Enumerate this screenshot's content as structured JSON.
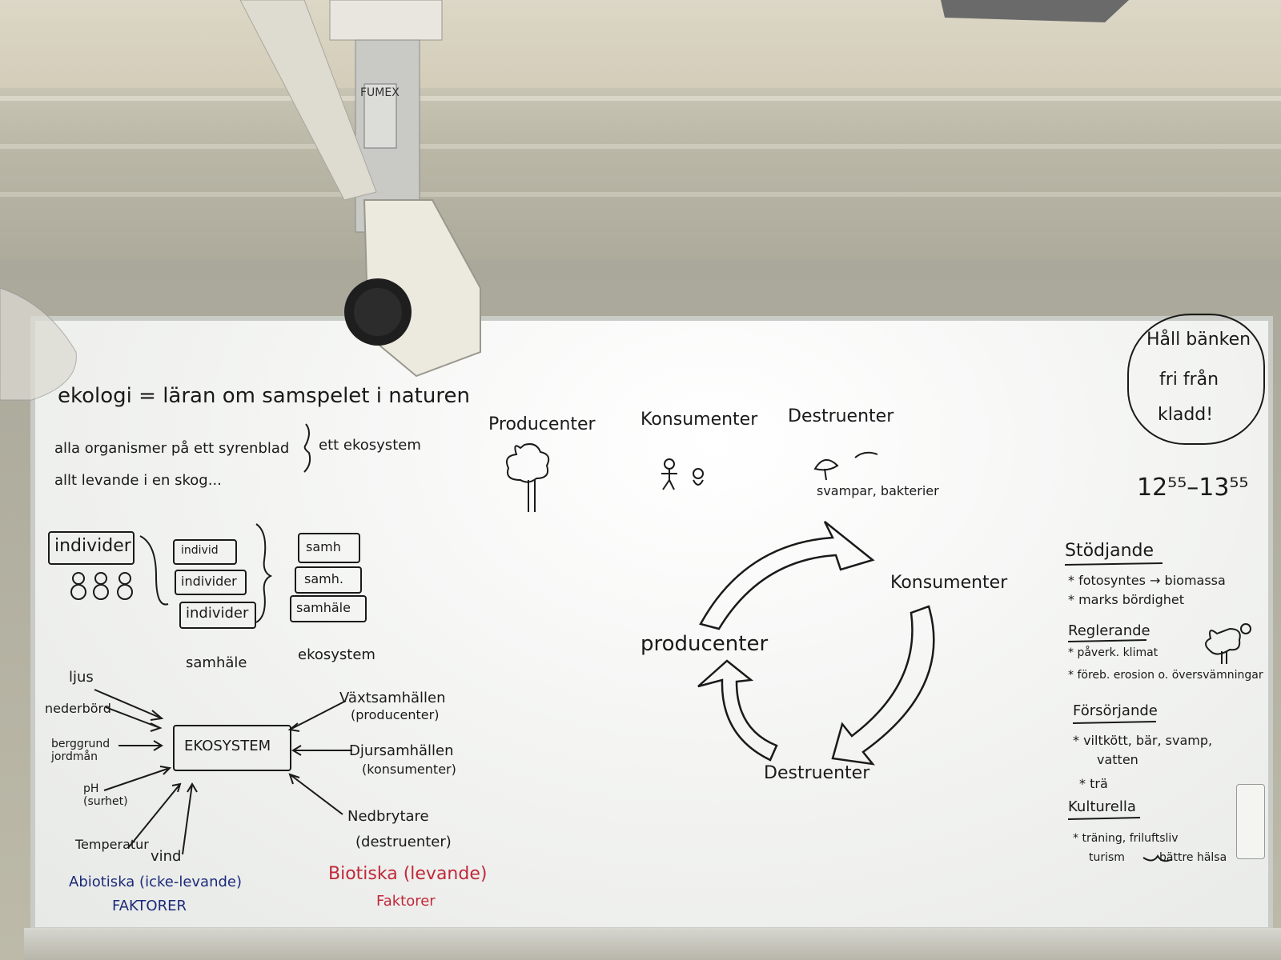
{
  "title": "ekologi = läran om samspelet i naturen",
  "ecosystem_examples": [
    "alla organismer på ett syrenblad",
    "allt levande i en skog..."
  ],
  "ecosystem_brace_label": "ett ekosystem",
  "levels": {
    "individer_label": "individer",
    "individer_stack": [
      "individ",
      "individer",
      "individer"
    ],
    "samhalle_stack": [
      "samh",
      "samh.",
      "samhäle"
    ],
    "samhalle_caption": "samhäle",
    "ekosystem_caption": "ekosystem"
  },
  "roles": {
    "producenter": "Producenter",
    "konsumenter": "Konsumenter",
    "destruenter": "Destruenter",
    "destruenter_note": "svampar, bakterier"
  },
  "cycle": {
    "producenter": "producenter",
    "konsumenter": "Konsumenter",
    "destruenter": "Destruenter"
  },
  "ekosystem_box": "EKOSYSTEM",
  "abiotic_factors": [
    "ljus",
    "nederbörd",
    "berggrund jordmån",
    "pH (surhet)",
    "Temperatur",
    "vind"
  ],
  "abiotic_caption": "Abiotiska (icke-levande)",
  "abiotic_caption_2": "FAKTORER",
  "biotic_factors": {
    "vaxt": "Växtsamhällen",
    "vaxt_sub": "(producenter)",
    "djur": "Djursamhällen",
    "djur_sub": "(konsumenter)",
    "ned": "Nedbrytare",
    "ned_sub": "(destruenter)"
  },
  "biotic_caption": "Biotiska (levande)",
  "biotic_caption_2": "Faktorer",
  "bubble": [
    "Håll bänken",
    "fri från",
    "kladd!"
  ],
  "time": "12⁵⁵–13⁵⁵",
  "services": {
    "stodjande": "Stödjande",
    "stodjande_items": [
      "* fotosyntes → biomassa",
      "* marks bördighet"
    ],
    "reglerande": "Reglerande",
    "reglerande_items": [
      "* påverk. klimat",
      "* föreb. erosion o. översvämningar"
    ],
    "forsorjande": "Försörjande",
    "forsorjande_items": [
      "* viltkött, bär, svamp,",
      "vatten",
      "* trä"
    ],
    "kulturella": "Kulturella",
    "kulturella_items": [
      "* träning, friluftsliv",
      "turism",
      "bättre hälsa"
    ]
  },
  "colors": {
    "ink": "#1a1a1a",
    "blue_marker": "#1c2a7a",
    "red_marker": "#c0283a",
    "board": "#f4f5f3"
  },
  "equipment_label": "FUMEX"
}
